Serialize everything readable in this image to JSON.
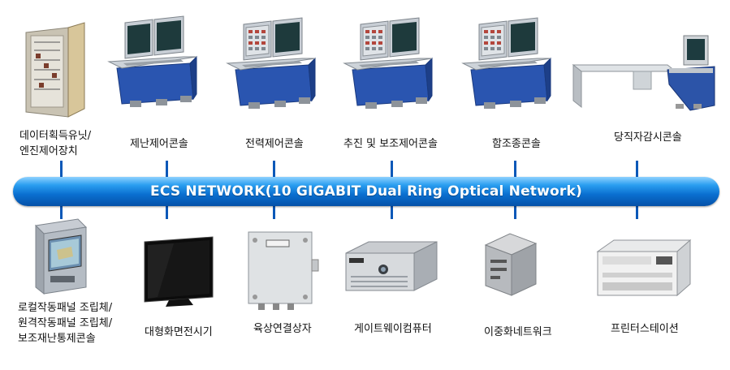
{
  "network": {
    "label": "ECS NETWORK(10 GIGABIT Dual Ring Optical Network)"
  },
  "top_devices": [
    {
      "label_lines": [
        "데이터획득유닛/",
        "엔진제어장치"
      ]
    },
    {
      "label_lines": [
        "제난제어콘솔"
      ]
    },
    {
      "label_lines": [
        "전력제어콘솔"
      ]
    },
    {
      "label_lines": [
        "추진 및 보조제어콘솔"
      ]
    },
    {
      "label_lines": [
        "함조종콘솔"
      ]
    },
    {
      "label_lines": [
        "당직자감시콘솔"
      ]
    }
  ],
  "bottom_devices": [
    {
      "label_lines": [
        "로컬작동패널 조립체/",
        "원격작동패널 조립체/",
        "보조재난통제콘솔"
      ]
    },
    {
      "label_lines": [
        "대형화면전시기"
      ]
    },
    {
      "label_lines": [
        "육상연결상자"
      ]
    },
    {
      "label_lines": [
        "게이트웨이컴퓨터"
      ]
    },
    {
      "label_lines": [
        "이중화네트워크"
      ]
    },
    {
      "label_lines": [
        "프린터스테이션"
      ]
    }
  ]
}
